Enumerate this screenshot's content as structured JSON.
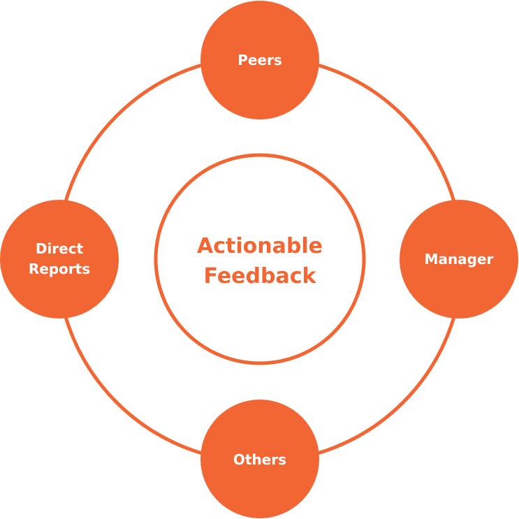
{
  "colors": {
    "accent": "#F26633",
    "background": "#FFFFFF",
    "node_text": "#FFFFFF"
  },
  "center": {
    "line1": "Actionable",
    "line2": "Feedback"
  },
  "nodes": {
    "top": {
      "label": "Peers"
    },
    "right": {
      "label": "Manager"
    },
    "bottom": {
      "label": "Others"
    },
    "left": {
      "line1": "Direct",
      "line2": "Reports"
    }
  }
}
